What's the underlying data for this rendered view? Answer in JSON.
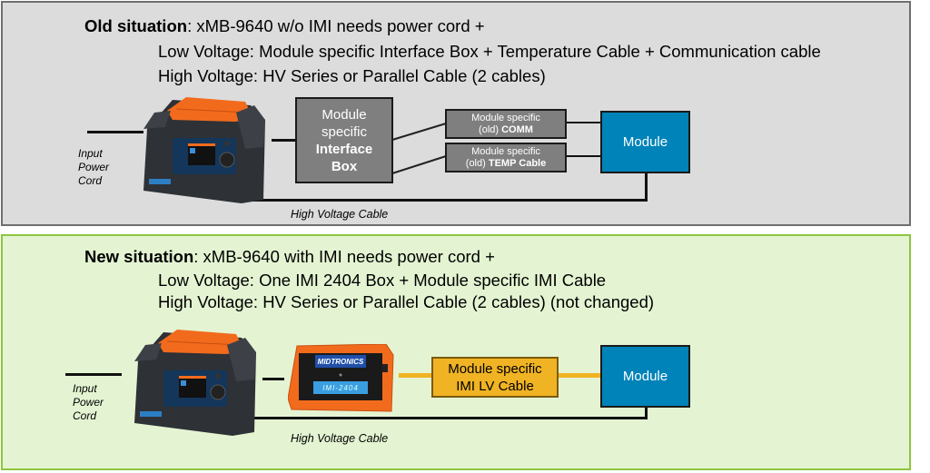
{
  "old_situation": {
    "heading_bold": "Old situation",
    "heading_rest": ": xMB-9640 w/o IMI needs power cord +",
    "low_voltage": "Low Voltage: Module specific Interface Box + Temperature Cable + Communication cable",
    "high_voltage": "High Voltage: HV Series or Parallel Cable (2 cables)",
    "input_label": [
      "Input",
      "Power",
      "Cord"
    ],
    "interface_box": {
      "line1": "Module",
      "line2": "specific",
      "line3": "Interface",
      "line4": "Box"
    },
    "comm_box": {
      "line1": "Module specific",
      "line2_prefix": "(old) ",
      "line2_bold": "COMM"
    },
    "temp_box": {
      "line1": "Module specific",
      "line2_prefix": "(old) ",
      "line2_bold": "TEMP Cable"
    },
    "module_label": "Module",
    "hv_cable_label": "High Voltage Cable"
  },
  "new_situation": {
    "heading_bold": "New situation",
    "heading_rest": ": xMB-9640 with IMI needs power cord  +",
    "low_voltage": "Low Voltage: One IMI 2404 Box + Module specific IMI Cable",
    "high_voltage": "High Voltage: HV Series or Parallel Cable (2 cables) (not changed)",
    "input_label": [
      "Input",
      "Power",
      "Cord"
    ],
    "imi_box": {
      "brand": "MIDTRONICS",
      "model": "IMI-2404"
    },
    "imi_cable_box": {
      "line1": "Module specific",
      "line2": "IMI LV Cable"
    },
    "module_label": "Module",
    "hv_cable_label": "High Voltage Cable"
  },
  "colors": {
    "old_panel_bg": "#dcdcdc",
    "new_panel_bg": "#e4f4d2",
    "new_panel_border": "#8cc63f",
    "module_blue": "#0083b8",
    "grey_box": "#7f7f7f",
    "imi_cable_yellow": "#f0b323",
    "device_orange": "#f26b1d"
  }
}
